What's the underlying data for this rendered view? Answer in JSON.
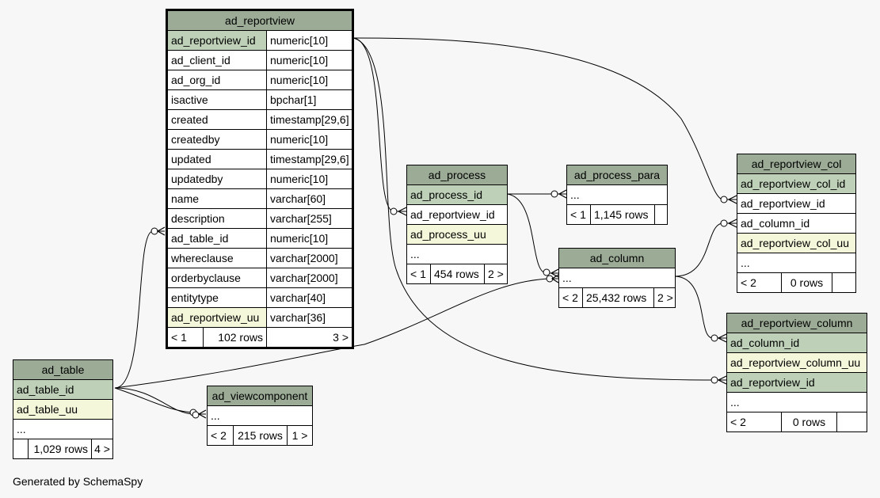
{
  "tables": {
    "ad_reportview": {
      "name": "ad_reportview",
      "columns": [
        {
          "name": "ad_reportview_id",
          "type": "numeric[10]"
        },
        {
          "name": "ad_client_id",
          "type": "numeric[10]"
        },
        {
          "name": "ad_org_id",
          "type": "numeric[10]"
        },
        {
          "name": "isactive",
          "type": "bpchar[1]"
        },
        {
          "name": "created",
          "type": "timestamp[29,6]"
        },
        {
          "name": "createdby",
          "type": "numeric[10]"
        },
        {
          "name": "updated",
          "type": "timestamp[29,6]"
        },
        {
          "name": "updatedby",
          "type": "numeric[10]"
        },
        {
          "name": "name",
          "type": "varchar[60]"
        },
        {
          "name": "description",
          "type": "varchar[255]"
        },
        {
          "name": "ad_table_id",
          "type": "numeric[10]"
        },
        {
          "name": "whereclause",
          "type": "varchar[2000]"
        },
        {
          "name": "orderbyclause",
          "type": "varchar[2000]"
        },
        {
          "name": "entitytype",
          "type": "varchar[40]"
        },
        {
          "name": "ad_reportview_uu",
          "type": "varchar[36]"
        }
      ],
      "footer": {
        "parents": "< 1",
        "rows": "102 rows",
        "children": "3 >"
      }
    },
    "ad_table": {
      "name": "ad_table",
      "columns": [
        "ad_table_id",
        "ad_table_uu",
        "..."
      ],
      "footer": {
        "parents": "",
        "rows": "1,029 rows",
        "children": "4 >"
      }
    },
    "ad_viewcomponent": {
      "name": "ad_viewcomponent",
      "columns": [
        "..."
      ],
      "footer": {
        "parents": "< 2",
        "rows": "215 rows",
        "children": "1 >"
      }
    },
    "ad_process": {
      "name": "ad_process",
      "columns": [
        "ad_process_id",
        "ad_reportview_id",
        "ad_process_uu",
        "..."
      ],
      "footer": {
        "parents": "< 1",
        "rows": "454 rows",
        "children": "2 >"
      }
    },
    "ad_process_para": {
      "name": "ad_process_para",
      "columns": [
        "..."
      ],
      "footer": {
        "parents": "< 1",
        "rows": "1,145 rows",
        "children": ""
      }
    },
    "ad_column": {
      "name": "ad_column",
      "columns": [
        "..."
      ],
      "footer": {
        "parents": "< 2",
        "rows": "25,432 rows",
        "children": "2 >"
      }
    },
    "ad_reportview_col": {
      "name": "ad_reportview_col",
      "columns": [
        "ad_reportview_col_id",
        "ad_reportview_id",
        "ad_column_id",
        "ad_reportview_col_uu",
        "..."
      ],
      "footer": {
        "parents": "< 2",
        "rows": "0 rows",
        "children": ""
      }
    },
    "ad_reportview_column": {
      "name": "ad_reportview_column",
      "columns": [
        "ad_column_id",
        "ad_reportview_column_uu",
        "ad_reportview_id",
        "..."
      ],
      "footer": {
        "parents": "< 2",
        "rows": "0 rows",
        "children": ""
      }
    }
  },
  "footer_text": "Generated by SchemaSpy",
  "colors": {
    "header": "#9bab96",
    "primary_key": "#bed1b8",
    "indexed": "#f4f7da",
    "background": "#f7f7f7"
  }
}
